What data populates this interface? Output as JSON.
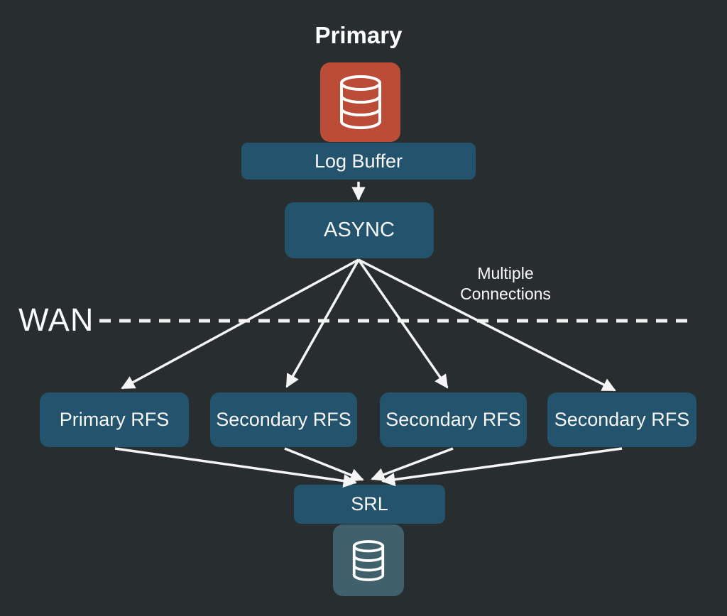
{
  "diagram": {
    "title": "Primary",
    "wan_label": "WAN",
    "annotation": {
      "line1": "Multiple",
      "line2": "Connections"
    },
    "nodes": {
      "log_buffer": "Log Buffer",
      "async": "ASYNC",
      "primary_rfs": "Primary RFS",
      "secondary_rfs_1": "Secondary RFS",
      "secondary_rfs_2": "Secondary RFS",
      "secondary_rfs_3": "Secondary RFS",
      "srl": "SRL"
    },
    "icons": {
      "primary_database": "database-icon",
      "standby_database": "database-icon"
    },
    "colors": {
      "background": "#282d2f",
      "node_fill": "#24536e",
      "primary_db_fill": "#bb4c38",
      "standby_db_fill": "#40606b",
      "arrow": "#f5f5f5",
      "text": "#ffffff"
    }
  }
}
